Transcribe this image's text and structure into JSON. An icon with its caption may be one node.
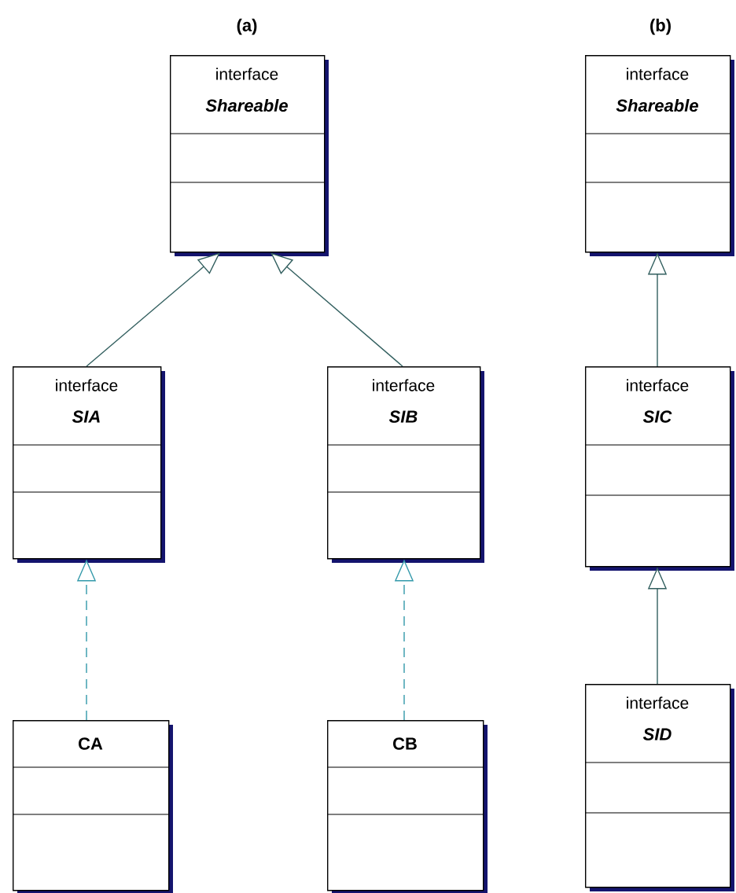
{
  "diagram": {
    "nodes": [
      {
        "text": [
          "interface",
          "Shareable"
        ]
      },
      {
        "text": [
          "interface",
          "SIA"
        ]
      },
      {
        "text": [
          "interface",
          "SIB"
        ]
      },
      {
        "text": [
          "CA"
        ]
      },
      {
        "text": [
          "CB"
        ]
      },
      {
        "text": [
          "interface",
          "Shareable"
        ]
      },
      {
        "text": [
          "interface",
          "SIC"
        ]
      },
      {
        "text": [
          "interface",
          "SID"
        ]
      }
    ],
    "edges": [
      {
        "from": 1,
        "to": 0,
        "arrow": "to"
      },
      {
        "from": 2,
        "to": 0,
        "arrow": "to"
      },
      {
        "from": 3,
        "to": 1,
        "arrow": "to",
        "style": "dashed",
        "color": "#3399aa"
      },
      {
        "from": 4,
        "to": 2,
        "arrow": "to",
        "style": "dashed",
        "color": "#3399aa"
      },
      {
        "from": 6,
        "to": 5,
        "arrow": "to"
      },
      {
        "from": 7,
        "to": 6,
        "arrow": "to"
      }
    ],
    "labels": [
      "(a)",
      "(b)"
    ]
  }
}
